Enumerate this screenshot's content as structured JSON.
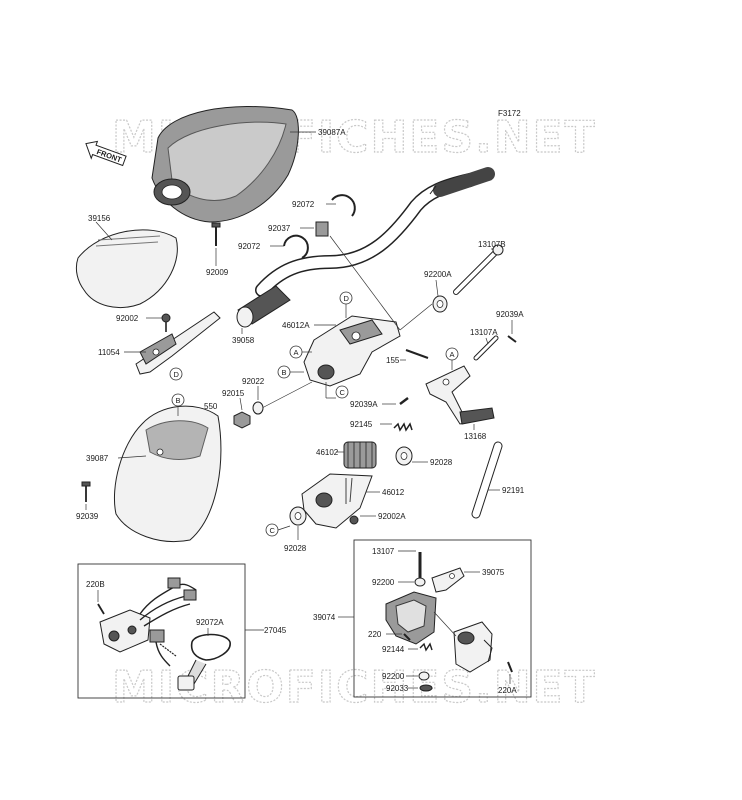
{
  "figure_code": "F3172",
  "front_label": "FRONT",
  "watermark": "MICROFICHES.NET",
  "part_numbers": {
    "p39087A": "39087A",
    "p92072_top": "92072",
    "p92037": "92037",
    "p39156": "39156",
    "p92009": "92009",
    "p92072_mid": "92072",
    "p13107B": "13107B",
    "p92200A": "92200A",
    "p92039A_right": "92039A",
    "p92002_left": "92002",
    "p46012A": "46012A",
    "p13107A": "13107A",
    "p11054": "11054",
    "p39058": "39058",
    "p155": "155",
    "p92022": "92022",
    "p92015": "92015",
    "p550": "550",
    "p92039A_mid": "92039A",
    "p13168": "13168",
    "p92145": "92145",
    "p39087": "39087",
    "p46102": "46102",
    "p92028_right": "92028",
    "p46012": "46012",
    "p92191": "92191",
    "p92039": "92039",
    "p92002A": "92002A",
    "p92028_bottom": "92028",
    "p220B": "220B",
    "p92072A": "92072A",
    "p27045": "27045",
    "p13107": "13107",
    "p39075": "39075",
    "p92200": "92200",
    "p39074": "39074",
    "p220": "220",
    "p92144": "92144",
    "p92200_low": "92200",
    "p92033": "92033",
    "p220A": "220A"
  },
  "callouts": {
    "A1": "A",
    "A2": "A",
    "B1": "B",
    "B2": "B",
    "C1": "C",
    "C2": "C",
    "D1": "D",
    "D2": "D"
  }
}
